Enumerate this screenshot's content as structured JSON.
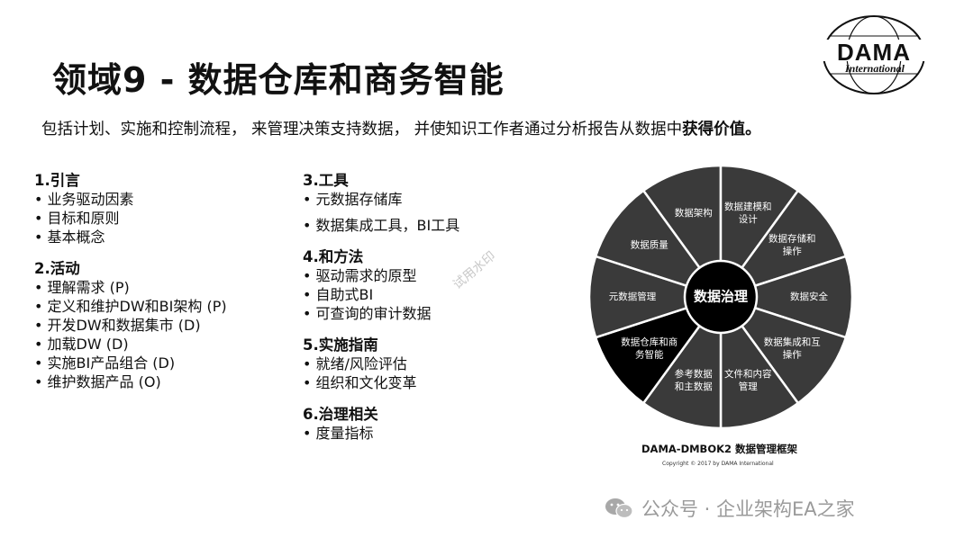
{
  "header": {
    "title": "领域9 - 数据仓库和商务智能",
    "subtitle_pre": "包括计划、实施和控制流程， 来管理决策支持数据， 并使知识工作者通过分析报告从数据中",
    "subtitle_bold": "获得价值。"
  },
  "logo": {
    "main": "DAMA",
    "sub": "International"
  },
  "left_column": [
    {
      "heading": "1.引言",
      "items": [
        "• 业务驱动因素",
        "• 目标和原则",
        "• 基本概念"
      ]
    },
    {
      "heading": "2.活动",
      "items": [
        "• 理解需求 (P)",
        "• 定义和维护DW和BI架构 (P)",
        "• 开发DW和数据集市 (D)",
        "• 加载DW (D)",
        "• 实施BI产品组合 (D)",
        "• 维护数据产品 (O)"
      ]
    }
  ],
  "right_column": [
    {
      "heading": "3.工具",
      "items": [
        "• 元数据存储库",
        "• 数据集成工具，BI工具"
      ]
    },
    {
      "heading": "4.和方法",
      "items": [
        "• 驱动需求的原型",
        "• 自助式BI",
        "• 可查询的审计数据"
      ]
    },
    {
      "heading": "5.实施指南",
      "items": [
        "• 就绪/风险评估",
        "• 组织和文化变革"
      ]
    },
    {
      "heading": "6.治理相关",
      "items": [
        "• 度量指标"
      ]
    }
  ],
  "stamp_text": "试用水印",
  "wheel": {
    "center": "数据治理",
    "segments": [
      [
        "数据架构"
      ],
      [
        "数据建模和",
        "设计"
      ],
      [
        "数据存储和",
        "操作"
      ],
      [
        "数据安全"
      ],
      [
        "数据集成和互",
        "操作"
      ],
      [
        "文件和内容",
        "管理"
      ],
      [
        "参考数据",
        "和主数据"
      ],
      [
        "数据仓库和商",
        "务智能"
      ],
      [
        "元数据管理"
      ],
      [
        "数据质量"
      ]
    ],
    "highlight_index": 7,
    "colors": {
      "segment": "#3a3a3a",
      "highlight": "#000000",
      "center": "#000000",
      "divider": "#ffffff"
    },
    "caption": "DAMA-DMBOK2 数据管理框架",
    "copyright": "Copyright © 2017 by DAMA International"
  },
  "footer": {
    "text": "公众号 · 企业架构EA之家",
    "icon": "wechat-icon"
  }
}
